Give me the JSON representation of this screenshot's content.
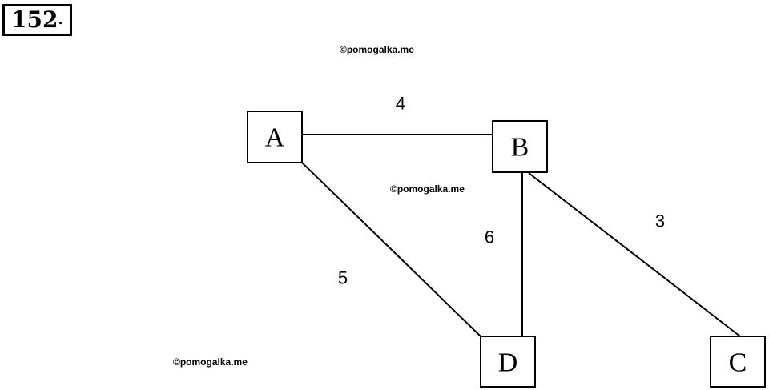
{
  "problem": {
    "number": "152",
    "suffix": "."
  },
  "watermark": "©pomogalka.me",
  "graph": {
    "nodes": [
      {
        "id": "A",
        "label": "A"
      },
      {
        "id": "B",
        "label": "B"
      },
      {
        "id": "D",
        "label": "D"
      },
      {
        "id": "C",
        "label": "C"
      }
    ],
    "edges": [
      {
        "from": "A",
        "to": "B",
        "weight": "4"
      },
      {
        "from": "A",
        "to": "D",
        "weight": "5"
      },
      {
        "from": "B",
        "to": "D",
        "weight": "6"
      },
      {
        "from": "B",
        "to": "C",
        "weight": "3"
      }
    ]
  }
}
